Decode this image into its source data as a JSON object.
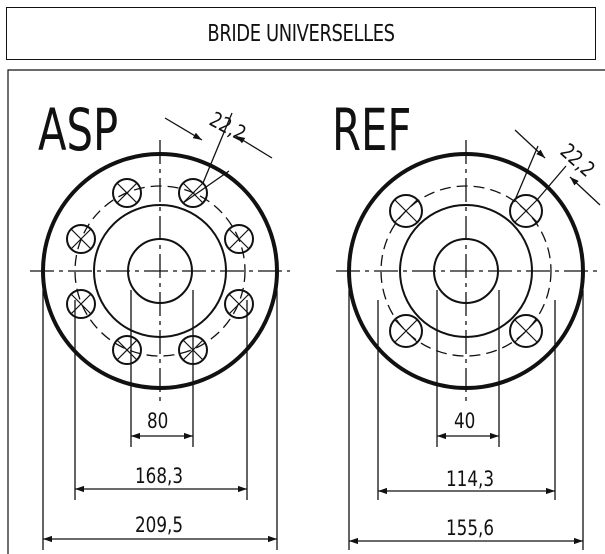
{
  "title": "BRIDE UNIVERSELLES",
  "colors": {
    "line": "#111111",
    "background": "#ffffff"
  },
  "flanges": [
    {
      "name": "ASP",
      "bolt_hole": "22,2",
      "bore": "80",
      "bolt_circle": "168,3",
      "outer": "209,5"
    },
    {
      "name": "REF",
      "bolt_hole": "22,2",
      "bore": "40",
      "bolt_circle": "114,3",
      "outer": "155,6"
    }
  ]
}
